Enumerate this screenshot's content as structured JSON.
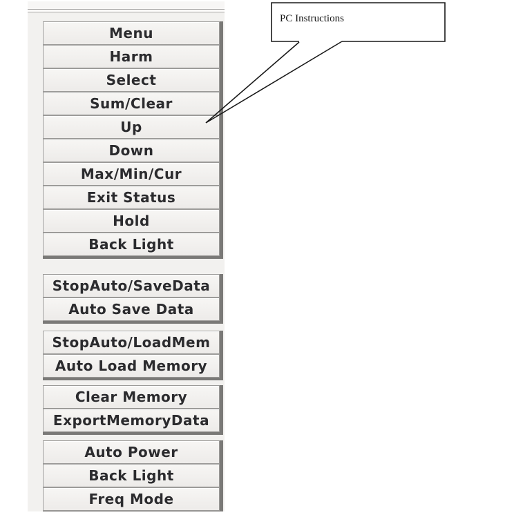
{
  "callout": {
    "label": "PC Instructions"
  },
  "panel": {
    "groups": [
      {
        "id": "main",
        "buttons": [
          "Menu",
          "Harm",
          "Select",
          "Sum/Clear",
          "Up",
          "Down",
          "Max/Min/Cur",
          "Exit Status",
          "Hold",
          "Back Light"
        ]
      },
      {
        "id": "auto-save",
        "buttons": [
          "StopAuto/SaveData",
          "Auto Save Data"
        ]
      },
      {
        "id": "auto-load",
        "buttons": [
          "StopAuto/LoadMem",
          "Auto Load Memory"
        ]
      },
      {
        "id": "memory",
        "buttons": [
          "Clear Memory",
          "ExportMemoryData"
        ]
      },
      {
        "id": "power",
        "buttons": [
          "Auto Power",
          "Back Light",
          "Freq Mode"
        ]
      }
    ]
  },
  "colors": {
    "panel_bg": "#f2f1ef",
    "button_bg": "#f3f2f0",
    "button_border": "#9c9b99",
    "group_shadow": "#7a7977",
    "button_text": "#2b2b2e",
    "callout_line": "#1a1a1a",
    "page_bg": "#ffffff"
  }
}
